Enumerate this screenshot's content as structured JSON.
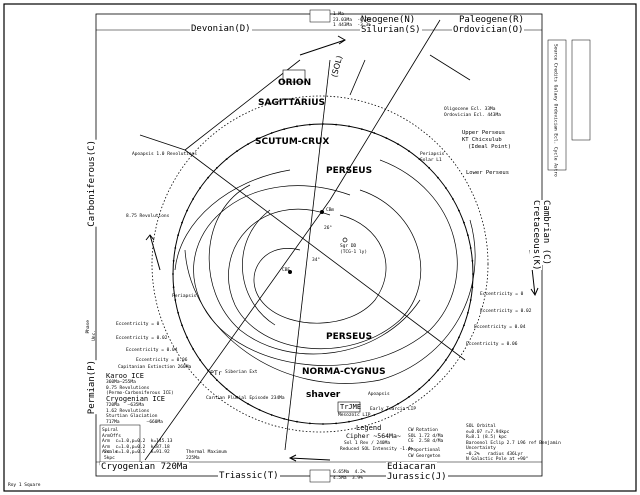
{
  "periods": {
    "devonian": "Devonian(D)",
    "neogene": "Neogene(N)",
    "paleogene": "Paleogene(R)",
    "silurian": "Silurian(S)",
    "ordovician": "Ordovician(O)",
    "carboniferous": "Carboniferous(C)",
    "cretaceous": "Cretaceous(K)",
    "cambrian": "Cambrian (C)",
    "permian": "Permian(P)",
    "cryogenian": "Cryogenian 720Ma",
    "triassic": "Triassic(T)",
    "ediacaran": "Ediacaran",
    "jurassic": "Jurassic(J)"
  },
  "arms": {
    "orion": "ORION",
    "sagittarius": "SAGITTARIUS",
    "scutum_crux": "SCUTUM-CRUX",
    "perseus": "PERSEUS",
    "norma_cygnus": "NORMA-CYGNUS",
    "shaver": "shaver"
  },
  "labels": {
    "sol": "(SOL)",
    "upper_perseus": "Upper Perseus",
    "kt_chicxulub": "KT Chicxulub",
    "ideal_point": "(Ideal Point)",
    "lower_perseus": "Lower Perseus",
    "olig_eocene": "Oligocene Ecl. 33Ma",
    "ordovician_ecl": "Ordovician Ecl. 443Ma",
    "perihelion_solar": "Periapsis\nSolar L1",
    "apoapsis_1": "Apoapsis 1.0 Revolutions",
    "rev_875": "8.75 Revolutions",
    "periapsis_left": "Periapsis",
    "ecc_0": "Eccentricity = 0",
    "ecc_002": "Eccentricity = 0.02",
    "ecc_004": "Eccentricity = 0.04",
    "ecc_006": "Eccentricity = 0.06",
    "ecc_r_0": "Eccentricity = 0",
    "ecc_r_002": "Eccentricity = 0.02",
    "ecc_r_004": "Eccentricity = 0.04",
    "ecc_r_006": "Eccentricity = 0.06",
    "capitanian": "Capitanian Extinction 260Ma",
    "karoo": "Karoo ICE",
    "karoo_sub": "360Ma—255Ma\n0.75 Revolutions\n(Permo-Carboniferous ICE)",
    "cryogenian_ice": "Cryogenian ICE",
    "cryogenian_sub": "720Ma   —635Ma\n1.62 Revolutions\nSturtian Glaciation\n717Ma          —660Ma",
    "spiral": "Spiral\nArmOffs\nArm  c=1.0,p=0.2  k=145.13\nArm  c=1.0,p=0.2  k=87.18\nArm  c=1.0,p=0.2  k=91.92",
    "scale": "Scale\n5kpc",
    "thermal_max": "Thermal Maximum\n225Ma",
    "ptr": "PTr",
    "ptr_sub": "Siberian Ext",
    "permian_pluvial": "Carnian Pluvial Episode 234Ma",
    "trjme": "TrJME",
    "trjme_sub": "Mesozoic LIP",
    "toarcian": "Early Toarcia LIP",
    "apoapsis_bottom": "Apoapsis",
    "legend_title": "Legend",
    "legend_cipher": "Cipher ~564Ma~",
    "legend_line2": "Sol 1 Rev / 240Ma",
    "legend_line3": "Reduced SOL Intensity -1.4%",
    "orbit_rotation": "CW Rotation\nSOL 1.72 d/Ma\nCG  2.58 d/Ma",
    "proportional": "Proportional\nCW Georgeton",
    "sol_orbital": "SOL Orbital\ne=0.07 r=7.94kpc\nR=8.1 (8.5) kpc\nBaroonol Eclip 2.7 L96 ref Benjamin\nUncertainty\n~0.2%   radius 436Lyr\nN Galactic Pole at +90°",
    "cg_center": "Sgr DD",
    "cg_sub": "(TCG-1 ly)",
    "cbm_top": "CBm",
    "cbe_mid": "CBE",
    "deg_26": "26°",
    "deg_34": "34°",
    "corner_bl": "Roy 1 Square",
    "corner_mid_bottom": "6.65Ma  4.2%\n4.5Ma  3.9%",
    "top_mid": "1 Ma\n23.03Ma  -0.3%\n1 443Ma  -3.3%",
    "top_right_box": "Source Credits Galaxy\nOrdovician Ecl. Cycle Astro",
    "left_tab_1": "Phase",
    "left_tab_2": "Unc."
  }
}
